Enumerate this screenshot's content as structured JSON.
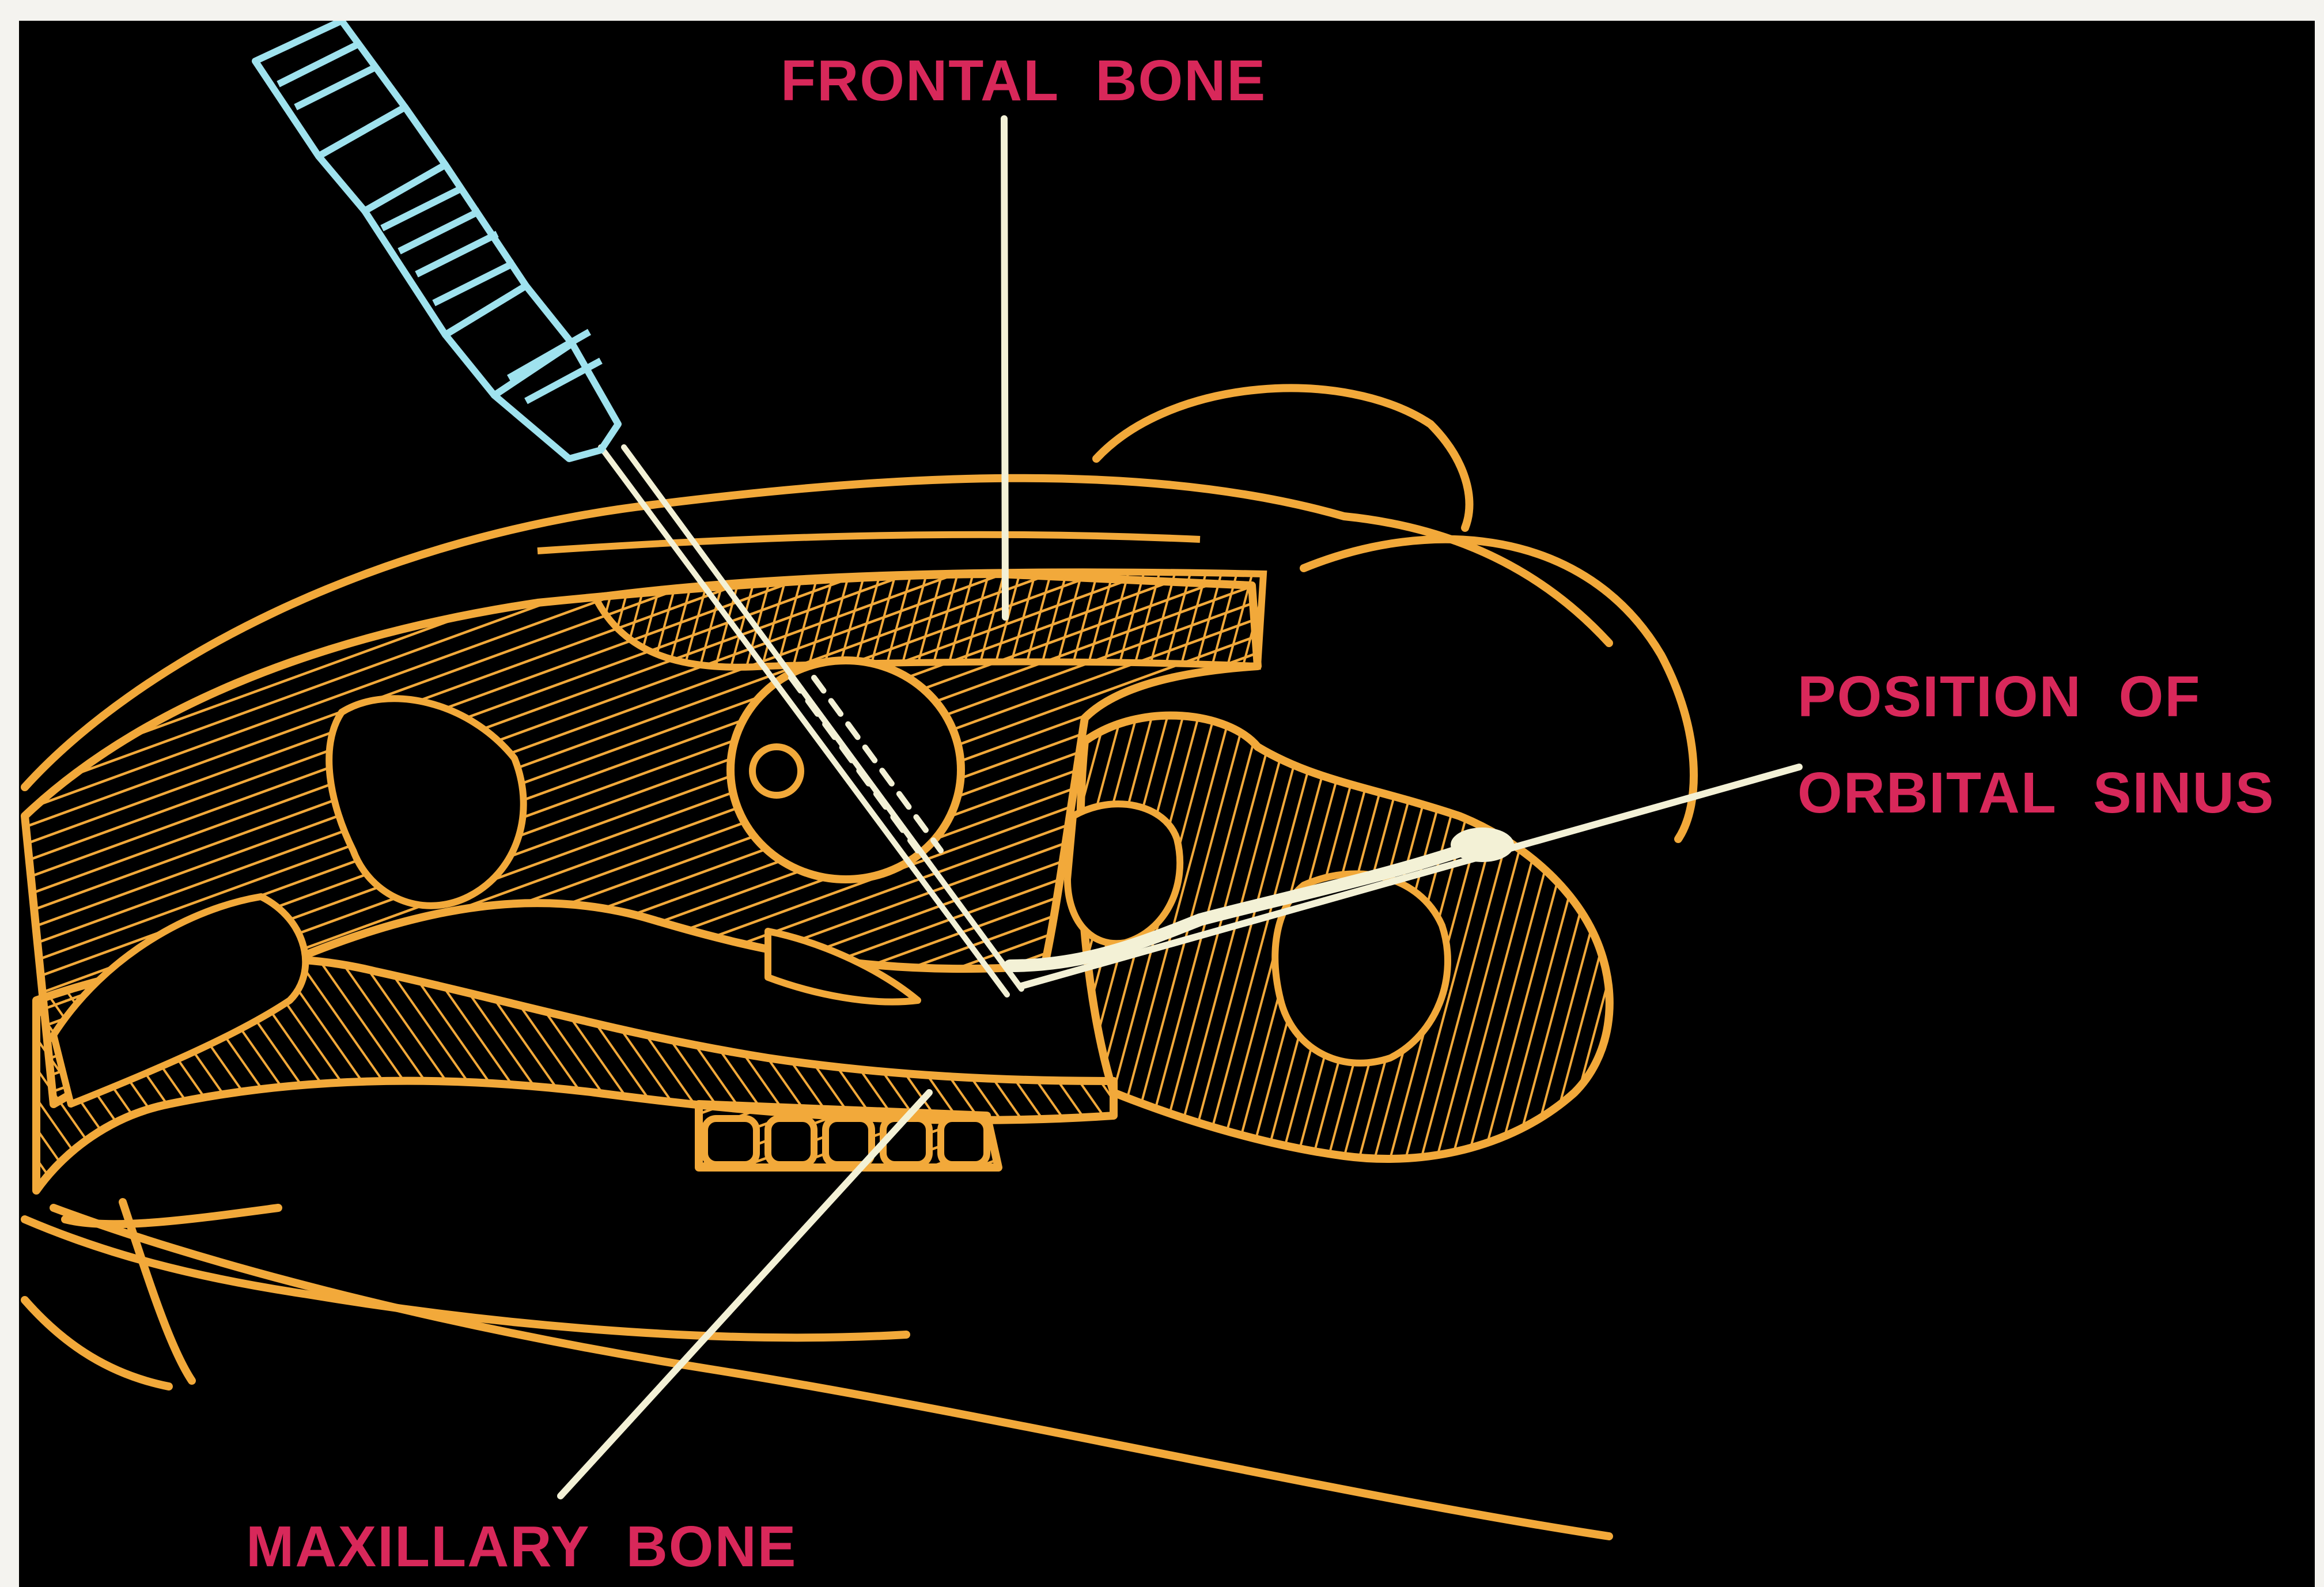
{
  "labels": {
    "frontal_bone": "FRONTAL BONE",
    "orbital_line1": "POSITION OF",
    "orbital_line2": "ORBITAL SINUS",
    "maxillary_bone": "MAXILLARY BONE"
  },
  "colors": {
    "background": "#000000",
    "label": "#d8285a",
    "anatomy": "#f2a93a",
    "pointer": "#f3f1d6",
    "syringe": "#9fe2ee",
    "paper_border": "#f4f3ef"
  },
  "icons": {
    "syringe": "syringe-icon"
  }
}
